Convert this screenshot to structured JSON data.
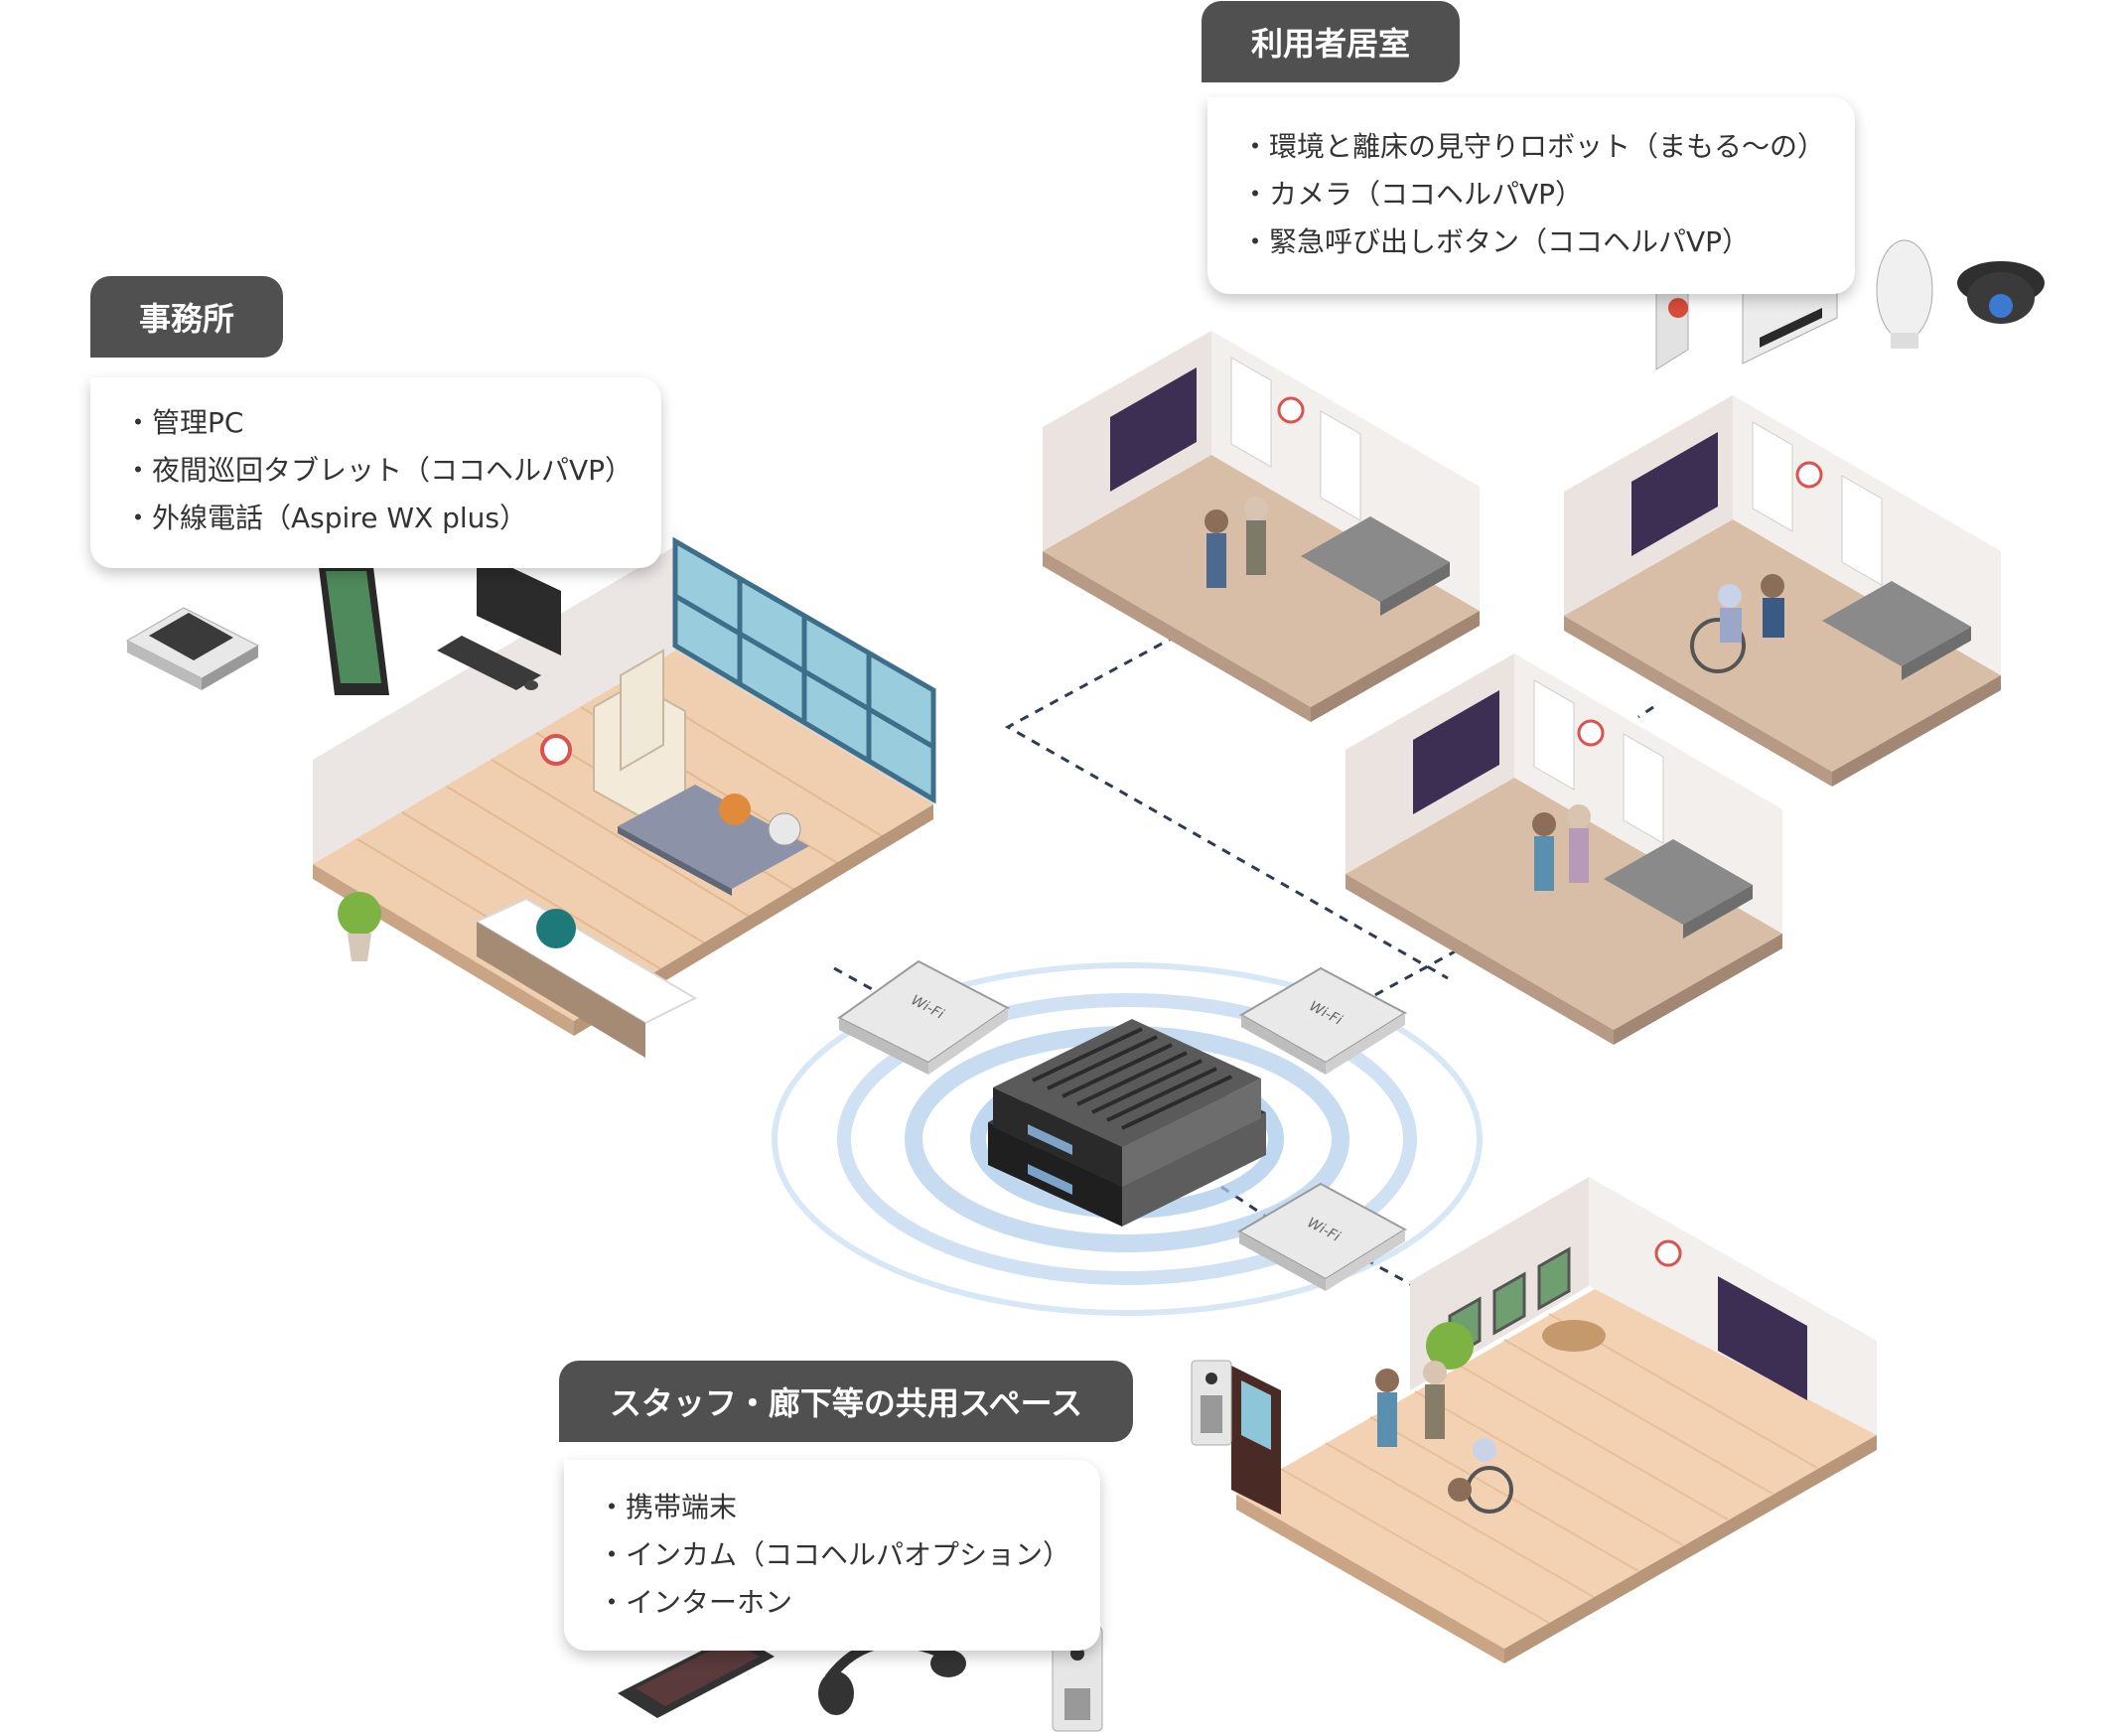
{
  "areas": {
    "office": {
      "title": "事務所",
      "items": [
        "管理PC",
        "夜間巡回タブレット（ココヘルパVP）",
        "外線電話（Aspire WX plus）"
      ]
    },
    "resident_room": {
      "title": "利用者居室",
      "items": [
        "環境と離床の見守りロボット（まもる〜の）",
        "カメラ（ココヘルパVP）",
        "緊急呼び出しボタン（ココヘルパVP）"
      ]
    },
    "common_space": {
      "title": "スタッフ・廊下等の共用スペース",
      "items": [
        "携帯端末",
        "インカム（ココヘルパオプション）",
        "インターホン"
      ]
    }
  },
  "network": {
    "access_point_label": "Wi-Fi",
    "access_point_count": 3
  },
  "colors": {
    "tag_bg": "#505050",
    "floor_wood": "#f3d2b3",
    "wall": "#ece6e3",
    "wave": "#a9c9ea",
    "server": "#4a4a4a",
    "glass": "#8ec6d9"
  }
}
